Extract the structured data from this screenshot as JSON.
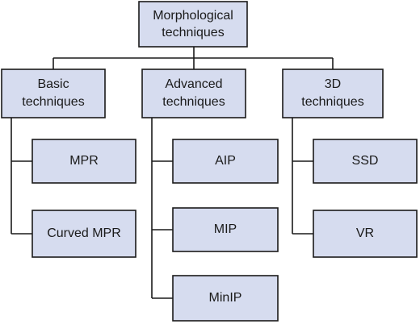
{
  "root": {
    "lines": [
      "Morphological",
      "techniques"
    ]
  },
  "categories": [
    {
      "lines": [
        "Basic",
        "techniques"
      ],
      "children": [
        "MPR",
        "Curved MPR"
      ]
    },
    {
      "lines": [
        "Advanced",
        "techniques"
      ],
      "children": [
        "AIP",
        "MIP",
        "MinIP"
      ]
    },
    {
      "lines": [
        "3D",
        "techniques"
      ],
      "children": [
        "SSD",
        "VR"
      ]
    }
  ],
  "colors": {
    "box_fill": "#d6dcef",
    "stroke": "#1a1a1a",
    "text": "#1a1a1a"
  }
}
